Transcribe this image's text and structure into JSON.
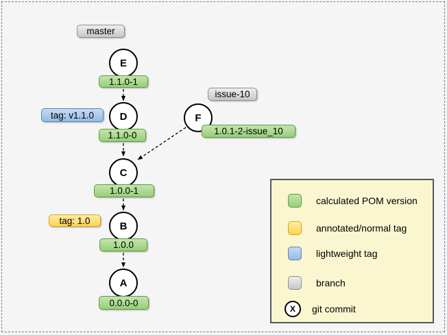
{
  "colors": {
    "background": "#f5f5f5",
    "pom_version_green": "#97d077",
    "annotated_tag_yellow": "#ffd34f",
    "lightweight_tag_blue": "#95bbe7",
    "branch_gray": "#c8c8c8",
    "legend_background": "#faf6d0",
    "edge_black": "#000000"
  },
  "branches": {
    "master": "master",
    "issue_10": "issue-10"
  },
  "tags": {
    "lightweight": "tag: v1.1.0",
    "annotated": "tag: 1.0"
  },
  "nodes": {
    "e": {
      "letter": "E",
      "version": "1.1.0-1"
    },
    "d": {
      "letter": "D",
      "version": "1.1.0-0"
    },
    "f": {
      "letter": "F",
      "version": "1.0.1-2-issue_10"
    },
    "c": {
      "letter": "C",
      "version": "1.0.0-1"
    },
    "b": {
      "letter": "B",
      "version": "1.0.0"
    },
    "a": {
      "letter": "A",
      "version": "0.0.0-0"
    }
  },
  "graph": {
    "edges": [
      {
        "from": "E",
        "to": "D"
      },
      {
        "from": "D",
        "to": "C"
      },
      {
        "from": "F",
        "to": "C"
      },
      {
        "from": "C",
        "to": "B"
      },
      {
        "from": "B",
        "to": "A"
      }
    ]
  },
  "legend": {
    "calculated": "calculated POM version",
    "annotated": "annotated/normal tag",
    "lightweight": "lightweight tag",
    "branch": "branch",
    "commit": "git commit",
    "commit_symbol": "X"
  }
}
